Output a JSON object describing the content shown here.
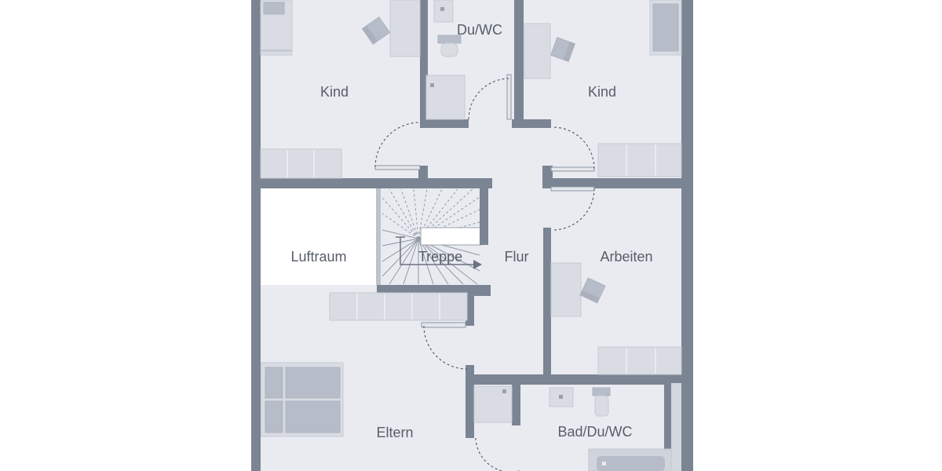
{
  "floorplan": {
    "labels": {
      "kind_left": "Kind",
      "du_wc": "Du/WC",
      "kind_right": "Kind",
      "luftraum": "Luftraum",
      "treppe": "Treppe",
      "flur": "Flur",
      "arbeiten": "Arbeiten",
      "eltern": "Eltern",
      "bad_du_wc": "Bad/Du/WC"
    },
    "colors": {
      "background": "#ffffff",
      "floor": "#e9ebf1",
      "wall": "#7b8493",
      "furniture_light": "#d9dce3",
      "furniture_mid": "#b6bcc8",
      "void_white": "#ffffff",
      "label_text": "#575d69"
    }
  }
}
